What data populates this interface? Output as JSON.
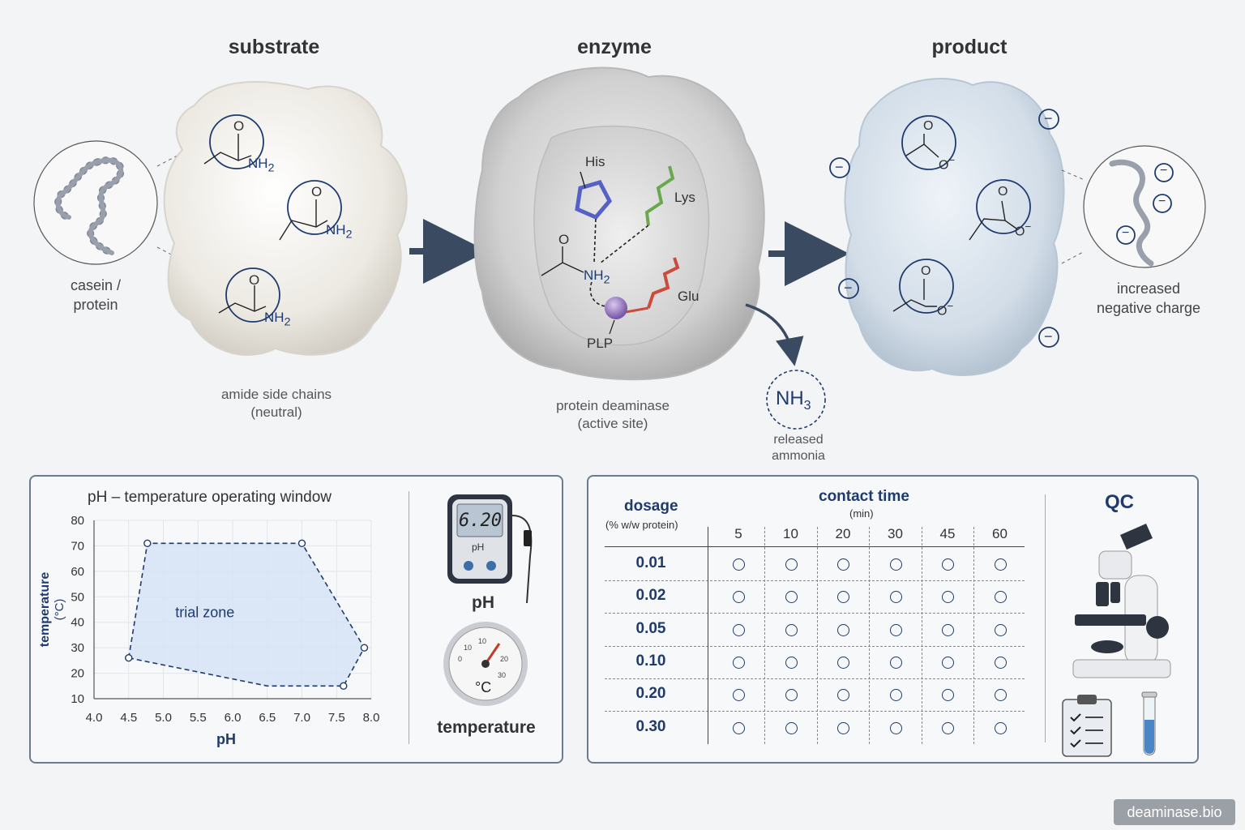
{
  "top": {
    "substrate_title": "substrate",
    "enzyme_title": "enzyme",
    "product_title": "product",
    "casein_label_1": "casein /",
    "casein_label_2": "protein",
    "amide_label_1": "amide side chains",
    "amide_label_2": "(neutral)",
    "enzyme_label_1": "protein deaminase",
    "enzyme_label_2": "(active site)",
    "ammonia_formula": "NH",
    "ammonia_sub": "3",
    "ammonia_label_1": "released",
    "ammonia_label_2": "ammonia",
    "charge_label_1": "increased",
    "charge_label_2": "negative charge",
    "residue_his": "His",
    "residue_lys": "Lys",
    "residue_glu": "Glu",
    "residue_plp": "PLP",
    "amide_o": "O",
    "amide_n": "NH",
    "amide_n_sub": "2",
    "carboxylate": "O",
    "carboxylate_sup": "−",
    "minus_sign": "−"
  },
  "chart_data": {
    "type": "area",
    "title": "pH – temperature operating window",
    "xlabel": "pH",
    "ylabel": "temperature (°C)",
    "xlim": [
      4.0,
      8.0
    ],
    "ylim": [
      10,
      80
    ],
    "x_ticks": [
      "4.0",
      "4.5",
      "5.0",
      "5.5",
      "6.0",
      "6.5",
      "7.0",
      "7.5",
      "8.0"
    ],
    "y_ticks": [
      "10",
      "20",
      "30",
      "40",
      "50",
      "60",
      "70",
      "80"
    ],
    "region_label": "trial zone",
    "polygon": [
      {
        "x": 4.5,
        "y": 26
      },
      {
        "x": 4.77,
        "y": 71
      },
      {
        "x": 7.0,
        "y": 71
      },
      {
        "x": 7.9,
        "y": 30
      },
      {
        "x": 7.6,
        "y": 15
      },
      {
        "x": 6.5,
        "y": 15
      }
    ],
    "vertices": [
      {
        "x": 4.5,
        "y": 26
      },
      {
        "x": 4.77,
        "y": 71
      },
      {
        "x": 7.0,
        "y": 71
      },
      {
        "x": 7.9,
        "y": 30
      },
      {
        "x": 7.6,
        "y": 15
      }
    ]
  },
  "instruments": {
    "ph_meter_reading": "6.20",
    "ph_meter_small": "pH",
    "ph_label": "pH",
    "thermo_unit": "°C",
    "thermo_label": "temperature",
    "thermo_ticks": [
      "10",
      "20",
      "30",
      "0",
      "10",
      "20",
      "30"
    ]
  },
  "matrix": {
    "dosage_title": "dosage",
    "dosage_unit": "(% w/w protein)",
    "contact_title": "contact time",
    "contact_unit": "(min)",
    "times": [
      "5",
      "10",
      "20",
      "30",
      "45",
      "60"
    ],
    "dosages": [
      "0.01",
      "0.02",
      "0.05",
      "0.10",
      "0.20",
      "0.30"
    ]
  },
  "qc": {
    "title": "QC"
  },
  "watermark": "deaminase.bio"
}
